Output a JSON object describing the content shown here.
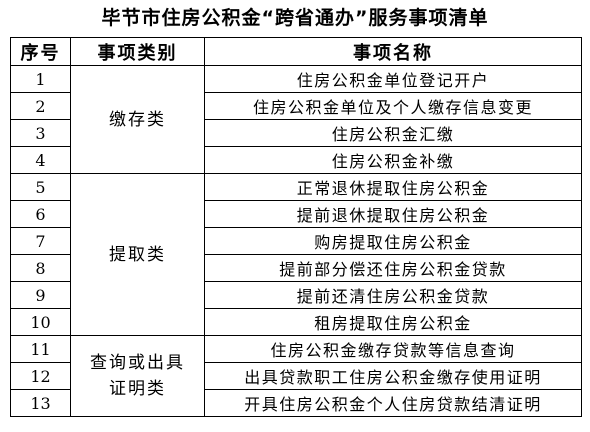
{
  "title": "毕节市住房公积金“跨省通办”服务事项清单",
  "headers": {
    "no": "序号",
    "category": "事项类别",
    "name": "事项名称"
  },
  "groups": [
    {
      "category_lines": [
        "缴存类"
      ],
      "items": [
        {
          "no": "1",
          "name": "住房公积金单位登记开户"
        },
        {
          "no": "2",
          "name": "住房公积金单位及个人缴存信息变更"
        },
        {
          "no": "3",
          "name": "住房公积金汇缴"
        },
        {
          "no": "4",
          "name": "住房公积金补缴"
        }
      ]
    },
    {
      "category_lines": [
        "提取类"
      ],
      "items": [
        {
          "no": "5",
          "name": "正常退休提取住房公积金"
        },
        {
          "no": "6",
          "name": "提前退休提取住房公积金"
        },
        {
          "no": "7",
          "name": "购房提取住房公积金"
        },
        {
          "no": "8",
          "name": "提前部分偿还住房公积金贷款"
        },
        {
          "no": "9",
          "name": "提前还清住房公积金贷款"
        },
        {
          "no": "10",
          "name": "租房提取住房公积金"
        }
      ]
    },
    {
      "category_lines": [
        "查询或出具",
        "证明类"
      ],
      "items": [
        {
          "no": "11",
          "name": "住房公积金缴存贷款等信息查询"
        },
        {
          "no": "12",
          "name": "出具贷款职工住房公积金缴存使用证明"
        },
        {
          "no": "13",
          "name": "开具住房公积金个人住房贷款结清证明"
        }
      ]
    }
  ]
}
